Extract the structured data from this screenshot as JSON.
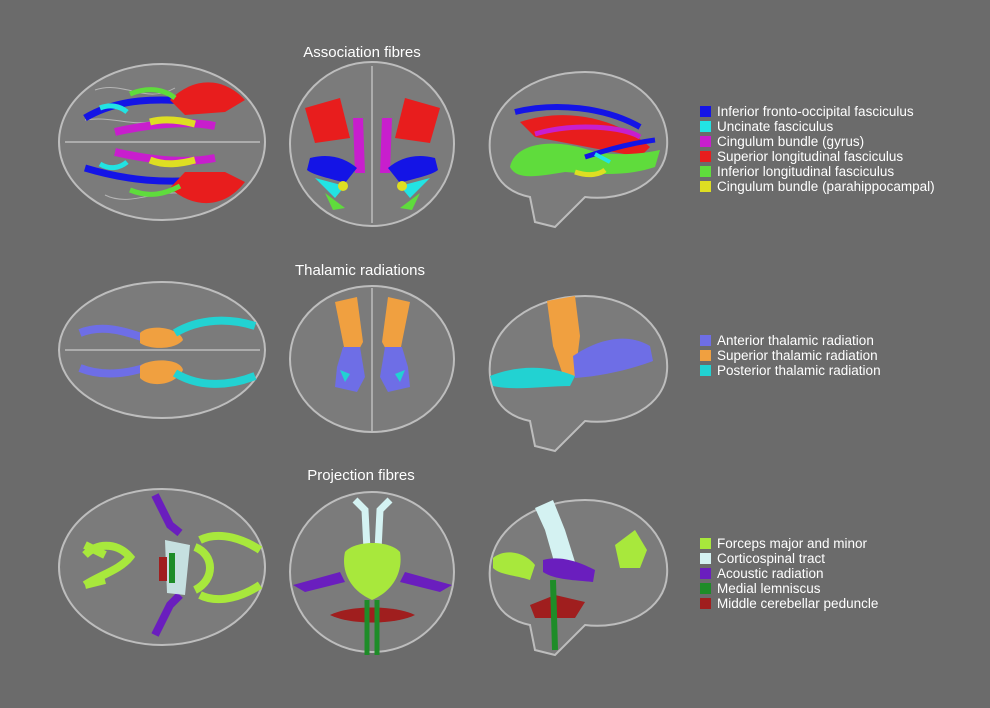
{
  "sections": [
    {
      "title": "Association fibres",
      "legend": [
        {
          "label": "Inferior fronto-occipital fasciculus",
          "color": "#1414e6"
        },
        {
          "label": "Uncinate fasciculus",
          "color": "#22e3e3"
        },
        {
          "label": "Cingulum bundle (gyrus)",
          "color": "#c81ecd"
        },
        {
          "label": "Superior longitudinal fasciculus",
          "color": "#e81d1d"
        },
        {
          "label": "Inferior longitudinal fasciculus",
          "color": "#5fdc3c"
        },
        {
          "label": "Cingulum bundle (parahippocampal)",
          "color": "#dede22"
        }
      ]
    },
    {
      "title": "Thalamic radiations",
      "legend": [
        {
          "label": "Anterior thalamic radiation",
          "color": "#6e6ee6"
        },
        {
          "label": "Superior thalamic radiation",
          "color": "#f0a040"
        },
        {
          "label": "Posterior thalamic radiation",
          "color": "#22d2d2"
        }
      ]
    },
    {
      "title": "Projection fibres",
      "legend": [
        {
          "label": "Forceps major and minor",
          "color": "#a8e83c"
        },
        {
          "label": "Corticospinal tract",
          "color": "#d4f2f2"
        },
        {
          "label": "Acoustic radiation",
          "color": "#6a1ebe"
        },
        {
          "label": "Medial lemniscus",
          "color": "#1e8c28"
        },
        {
          "label": "Middle cerebellar peduncle",
          "color": "#a01e1e"
        }
      ]
    }
  ]
}
